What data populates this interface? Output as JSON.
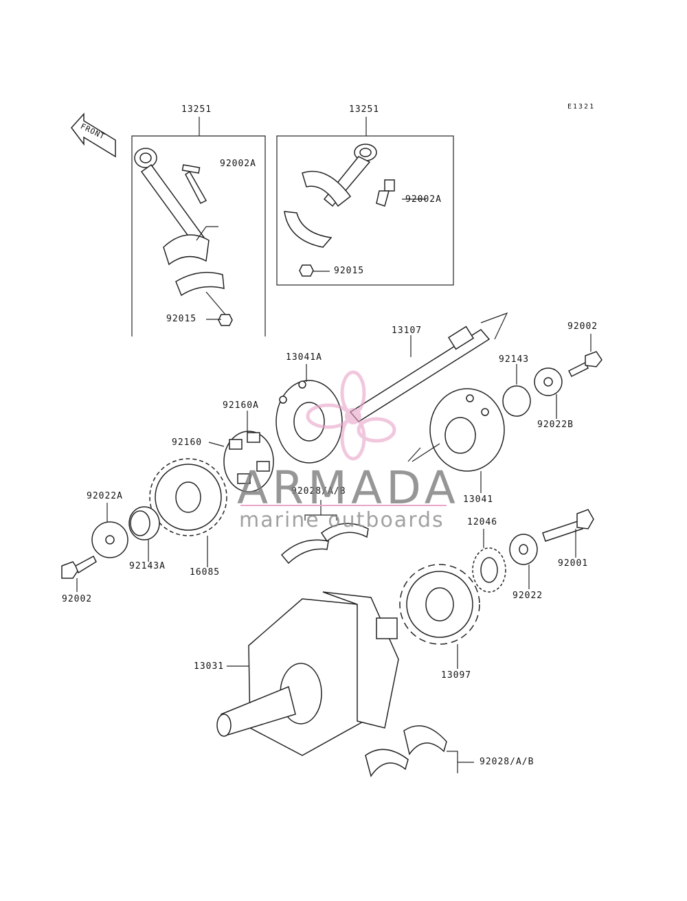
{
  "diagram_code": "E1321",
  "front_label": "FRONT",
  "watermark": {
    "brand": "ARMADA",
    "tagline": "marine outboards",
    "accent": "#e9a3c9",
    "text_color": "#7d7d7d"
  },
  "parts": {
    "rod_assy_left": "13251",
    "rod_assy_right": "13251",
    "bolt_left": "92002A",
    "bolt_right": "92002A",
    "nut_right": "92015",
    "nut_left": "92015",
    "shaft": "13107",
    "coupling_left": "13041A",
    "bolt_top_right": "92002",
    "collar_top": "92143",
    "washer_top": "92022B",
    "damper_a": "92160A",
    "damper": "92160",
    "coupling_right": "13041",
    "bearing_upper": "92028/A/B",
    "washer_left": "92022A",
    "collar_left": "92143A",
    "gear_left": "16085",
    "bolt_left_bottom": "92002",
    "gear_small": "12046",
    "bolt_right_bottom": "92001",
    "washer_right": "92022",
    "sprocket": "13097",
    "crankshaft": "13031",
    "bearing_lower": "92028/A/B"
  }
}
